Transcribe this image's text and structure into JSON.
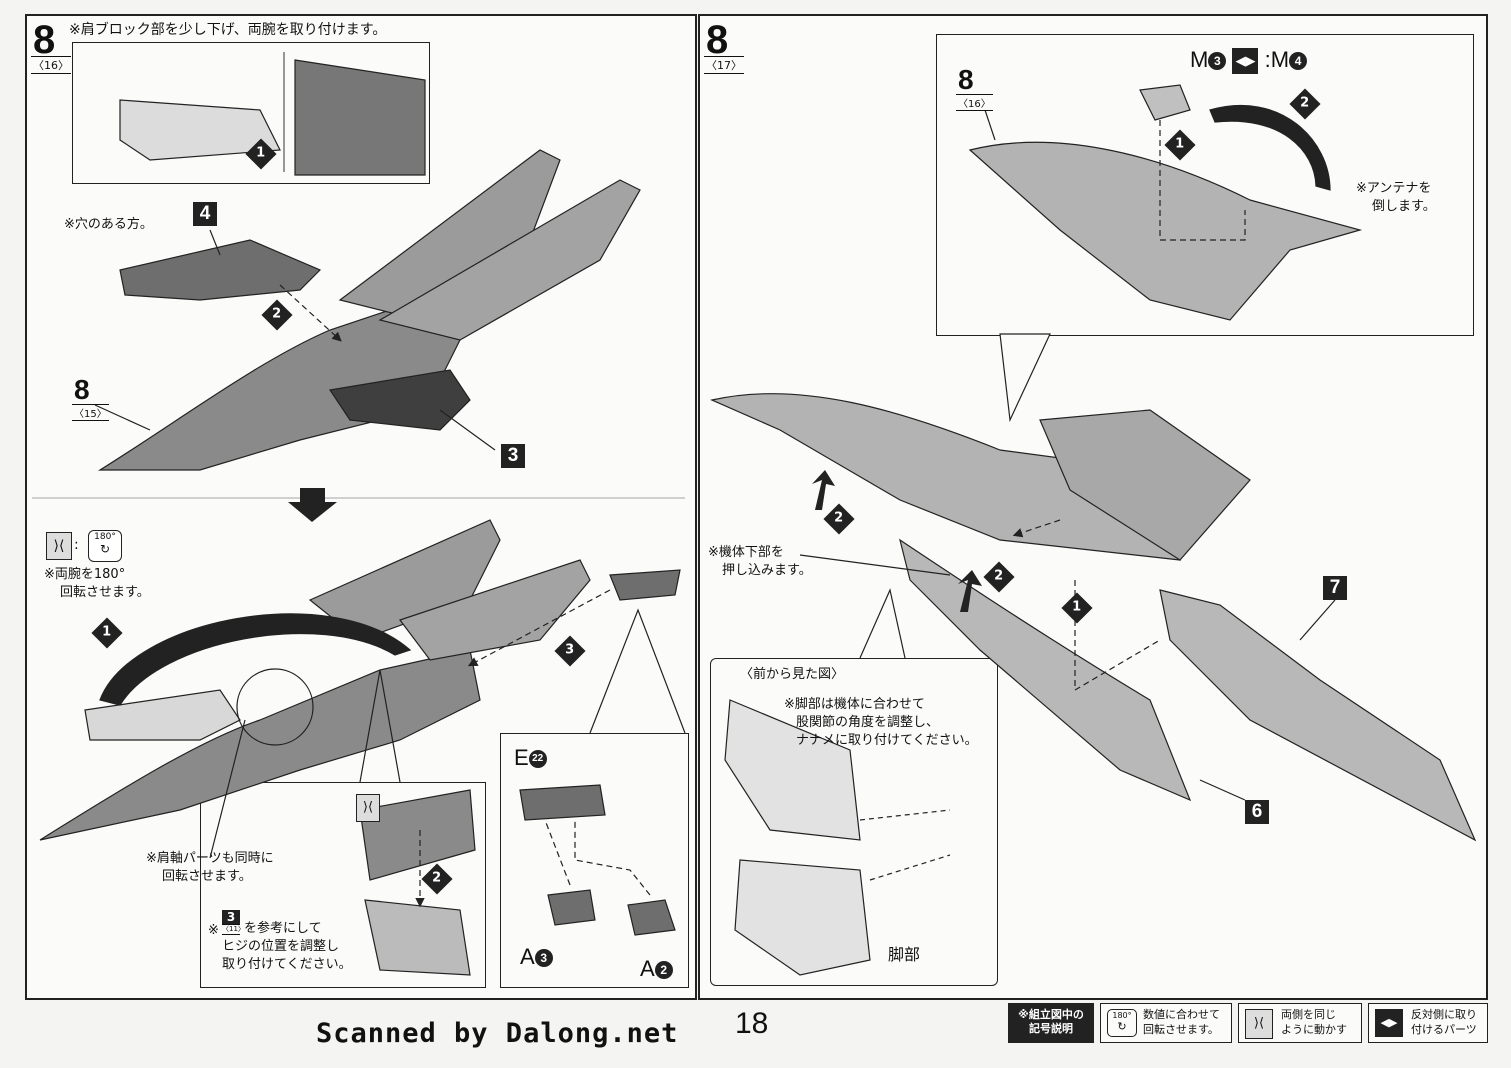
{
  "left_panel": {
    "step_number": "8",
    "step_ref": "〈16〉",
    "heading": "※肩ブロック部を少し下げ、両腕を取り付けます。",
    "note_hole": "※穴のある方。",
    "ref_step_number": "8",
    "ref_step_ref": "〈15〉",
    "part_4": "4",
    "part_3": "3",
    "seq_1": "1",
    "seq_2": "2",
    "seq_3": "3",
    "rotate_icon_text": "180°",
    "rotate_note_line1": "※両腕を180°",
    "rotate_note_line2": "回転させます。",
    "shoulder_note_line1": "※肩軸パーツも同時に",
    "shoulder_note_line2": "回転させます。",
    "elbow_note_prefix": "※",
    "elbow_note_ref_num": "3",
    "elbow_note_ref": "〈11〉",
    "elbow_note_line1": "を参考にして",
    "elbow_note_line2": "ヒジの位置を調整し",
    "elbow_note_line3": "取り付けてください。",
    "hand_part_E": "E",
    "hand_part_E_num": "22",
    "part_A3_letter": "A",
    "part_A3_num": "3",
    "part_A2_letter": "A",
    "part_A2_num": "2"
  },
  "right_panel": {
    "step_number": "8",
    "step_ref": "〈17〉",
    "m3_letter": "M",
    "m3_num": "3",
    "m4_letter": "M",
    "m4_num": "4",
    "ref_step_number": "8",
    "ref_step_ref": "〈16〉",
    "antenna_note_line1": "※アンテナを",
    "antenna_note_line2": "倒します。",
    "push_note_line1": "※機体下部を",
    "push_note_line2": "押し込みます。",
    "part_7": "7",
    "part_6": "6",
    "seq_1": "1",
    "seq_2": "2",
    "front_view_title": "〈前から見た図〉",
    "leg_note_line1": "※脚部は機体に合わせて",
    "leg_note_line2": "股関節の角度を調整し、",
    "leg_note_line3": "ナナメに取り付けてください。",
    "leg_label": "脚部"
  },
  "footer": {
    "watermark": "Scanned by Dalong.net",
    "page_number": "18",
    "legend_title_line1": "※組立図中の",
    "legend_title_line2": "記号説明",
    "legend_rotate_icon": "180°",
    "legend_rotate_line1": "数値に合わせて",
    "legend_rotate_line2": "回転させます。",
    "legend_both_line1": "両側を同じ",
    "legend_both_line2": "ように動かす",
    "legend_opposite_line1": "反対側に取り",
    "legend_opposite_line2": "付けるパーツ"
  }
}
